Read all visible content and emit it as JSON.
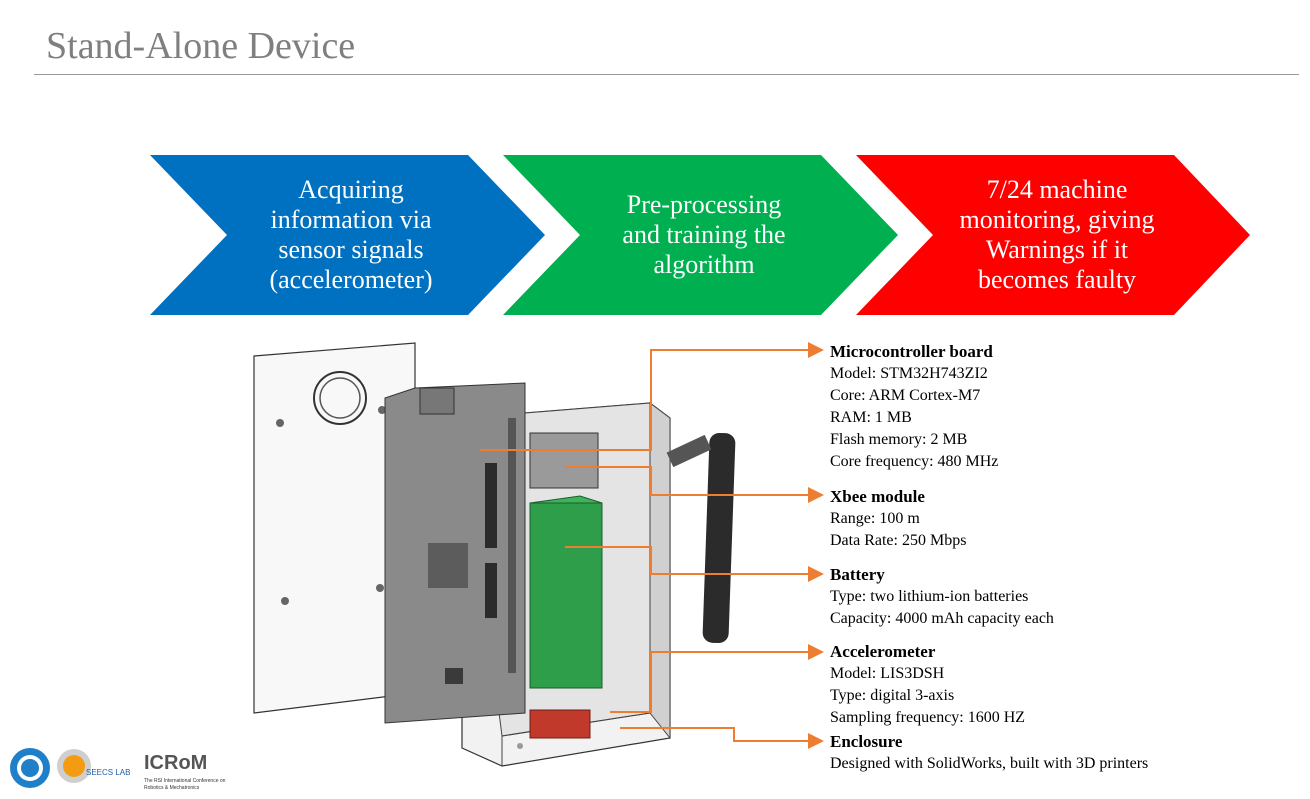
{
  "slide": {
    "title": "Stand-Alone Device"
  },
  "flow": [
    {
      "text": "Acquiring information via sensor signals (accelerometer)",
      "lines": [
        "Acquiring",
        "information via",
        "sensor signals",
        "(accelerometer)"
      ],
      "color": "#0070c0"
    },
    {
      "text": "Pre-processing and training the algorithm",
      "lines": [
        "Pre-processing",
        "and training the",
        "algorithm"
      ],
      "color": "#00b050"
    },
    {
      "text": "7/24 machine monitoring, giving Warnings if it becomes faulty",
      "lines": [
        "7/24 machine",
        "monitoring, giving",
        "Warnings if it",
        "becomes faulty"
      ],
      "color": "#ff0000"
    }
  ],
  "specs": [
    {
      "heading": "Microcontroller board",
      "lines": [
        "Model:  STM32H743ZI2",
        "Core: ARM Cortex-M7",
        "RAM: 1 MB",
        "Flash memory: 2 MB",
        "Core frequency:  480 MHz"
      ]
    },
    {
      "heading": "Xbee module",
      "lines": [
        "Range: 100 m",
        "Data Rate: 250 Mbps"
      ]
    },
    {
      "heading": "Battery",
      "lines": [
        "Type: two lithium-ion batteries",
        "Capacity: 4000 mAh capacity each"
      ]
    },
    {
      "heading": "Accelerometer",
      "lines": [
        "Model: LIS3DSH",
        "Type: digital 3-axis",
        "Sampling frequency: 1600 HZ"
      ]
    },
    {
      "heading": "Enclosure",
      "lines": [
        "Designed with SolidWorks, built with 3D printers"
      ]
    }
  ],
  "logos": {
    "seecs_label": "SEECS LAB",
    "conference_line1": "The RSI International Conference on",
    "conference_line2": "Robotics & Mechatronics",
    "conference_acronym": "ICRoM"
  },
  "colors": {
    "callout": "#ed7d31",
    "pcb": "#8a8a8a",
    "battery": "#2e9e4a",
    "accelerometer": "#c0392b"
  }
}
